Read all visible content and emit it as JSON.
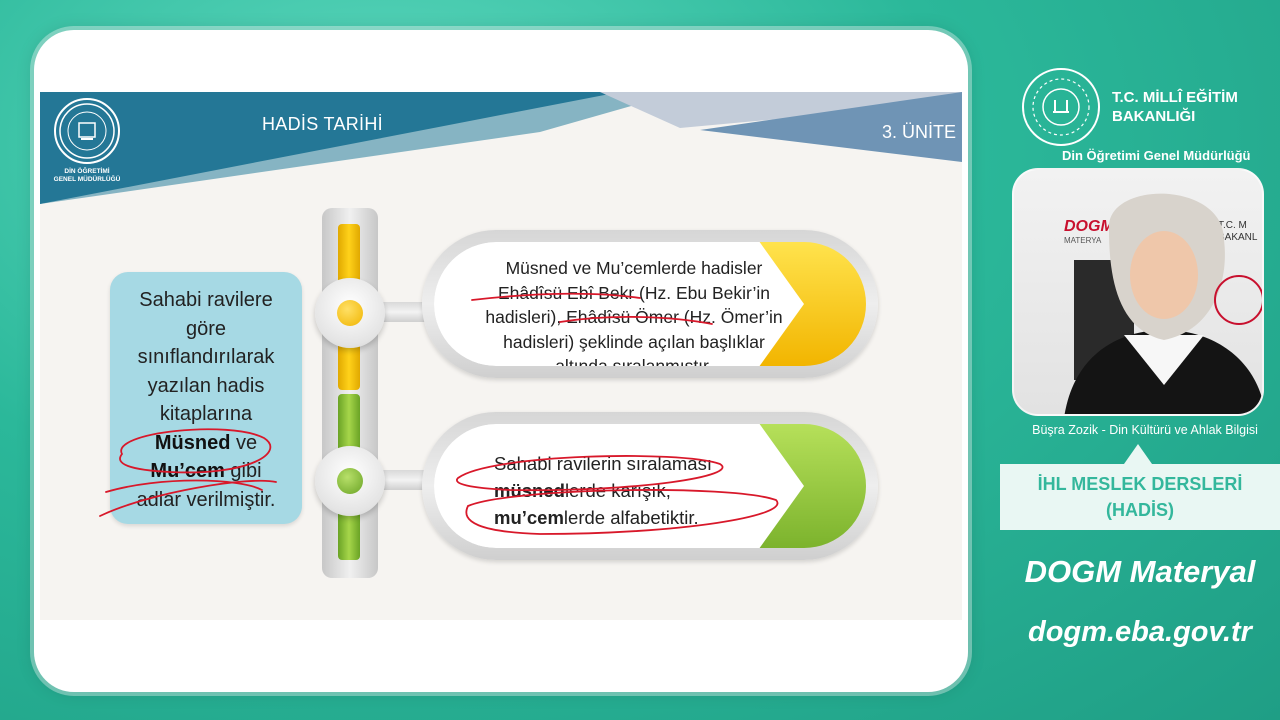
{
  "slide": {
    "logo_caption_line1": "DİN ÖĞRETİMİ",
    "logo_caption_line2": "GENEL MÜDÜRLÜĞÜ",
    "title": "HADİS TARİHİ",
    "unit": "3. ÜNİTE",
    "left_box": {
      "line1": "Sahabi ravilere",
      "line2": "göre",
      "line3": "sınıflandırılarak",
      "line4": "yazılan hadis",
      "line5": "kitaplarına",
      "bold1": "Müsned",
      "and": " ve",
      "bold2": "Mu’cem",
      "gibi": " gibi",
      "line8": "adlar verilmiştir."
    },
    "pill1": {
      "line1": "Müsned ve Mu’cemlerde hadisler",
      "line2": "Ehâdîsü Ebî Bekr (Hz. Ebu Bekir’in",
      "line3": "hadisleri), Ehâdîsü Ömer (Hz. Ömer’in",
      "line4": "hadisleri) şeklinde açılan başlıklar",
      "line5": "altında sıralanmıştır."
    },
    "pill2": {
      "line1": "Sahabi ravilerin sıralaması",
      "bold1": "müsned",
      "rest1": "lerde karışık,",
      "bold2": "mu’cem",
      "rest2": "lerde alfabetiktir."
    },
    "colors": {
      "banner_dark": "#1d6e8e",
      "banner_light": "#6f94b5",
      "yellow": "#ffd21a",
      "green": "#a6d64a",
      "left_box": "#a6d9e4",
      "annotation": "#d8182a"
    }
  },
  "sidebar": {
    "org_line1": "T.C. MİLLÎ EĞİTİM",
    "org_line2": "BAKANLIĞI",
    "dept": "Din Öğretimi Genel Müdürlüğü",
    "presenter": "Büşra Zozik - Din Kültürü ve Ahlak Bilgisi",
    "course_line1": "İHL MESLEK DERSLERİ",
    "course_line2": "(HADİS)",
    "brand": "DOGM Materyal",
    "site": "dogm.eba.gov.tr",
    "video_bg_text1": "DOGM",
    "video_bg_text2": "MATERYA",
    "video_bg_text3": "T.C. M",
    "video_bg_text4": "BAKANL"
  }
}
